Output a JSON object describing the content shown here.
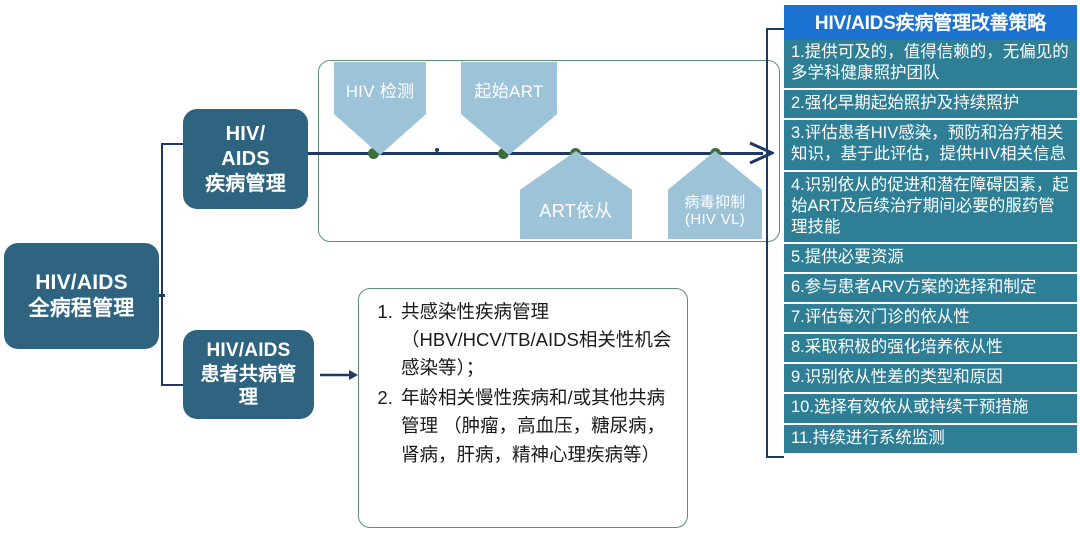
{
  "root_box": {
    "lines": [
      "HIV/AIDS",
      "全病程管理"
    ]
  },
  "branches": [
    {
      "name": "disease",
      "lines": [
        "HIV/",
        "AIDS",
        "疾病管理"
      ]
    },
    {
      "name": "comorbidity",
      "lines": [
        "HIV/AIDS",
        "患者共病管",
        "理"
      ]
    }
  ],
  "timeline": {
    "callouts": [
      {
        "id": "hiv-test",
        "lines": [
          "HIV 检测"
        ],
        "direction": "down"
      },
      {
        "id": "start-art",
        "lines": [
          "起始ART"
        ],
        "direction": "down"
      },
      {
        "id": "art-adherence",
        "lines": [
          "ART依从"
        ],
        "direction": "up"
      },
      {
        "id": "viral-suppression",
        "lines": [
          "病毒抑制",
          "(HIV VL)"
        ],
        "direction": "up"
      }
    ],
    "marker_count": 4
  },
  "comorbidity_box": {
    "items": [
      "共感染性疾病管理（HBV/HCV/TB/AIDS相关性机会感染等）；",
      "年龄相关慢性疾病和/或其他共病管理 （肿瘤，高血压，糖尿病，肾病，肝病，精神心理疾病等）"
    ]
  },
  "strategy_panel": {
    "title": "HIV/AIDS疾病管理改善策略",
    "items": [
      "1.提供可及的，值得信赖的，无偏见的多学科健康照护团队",
      "2.强化早期起始照护及持续照护",
      "3.评估患者HIV感染，预防和治疗相关知识，基于此评估，提供HIV相关信息",
      "4.识别依从的促进和潜在障碍因素，起始ART及后续治疗期间必要的服药管理技能",
      "5.提供必要资源",
      "6.参与患者ARV方案的选择和制定",
      "7.评估每次门诊的依从性",
      "8.采取积极的强化培养依从性",
      "9.识别依从性差的类型和原因",
      "10.选择有效依从或持续干预措施",
      "11.持续进行系统监测"
    ]
  },
  "colors": {
    "dark_teal": "#2F6480",
    "panel_teal": "#2E7F96",
    "header_blue": "#1B72D0",
    "callout_blue": "#9DC3D9",
    "marker_green": "#3C6E3C",
    "container_green": "#5E8F70",
    "connector_navy": "#1F3864"
  }
}
